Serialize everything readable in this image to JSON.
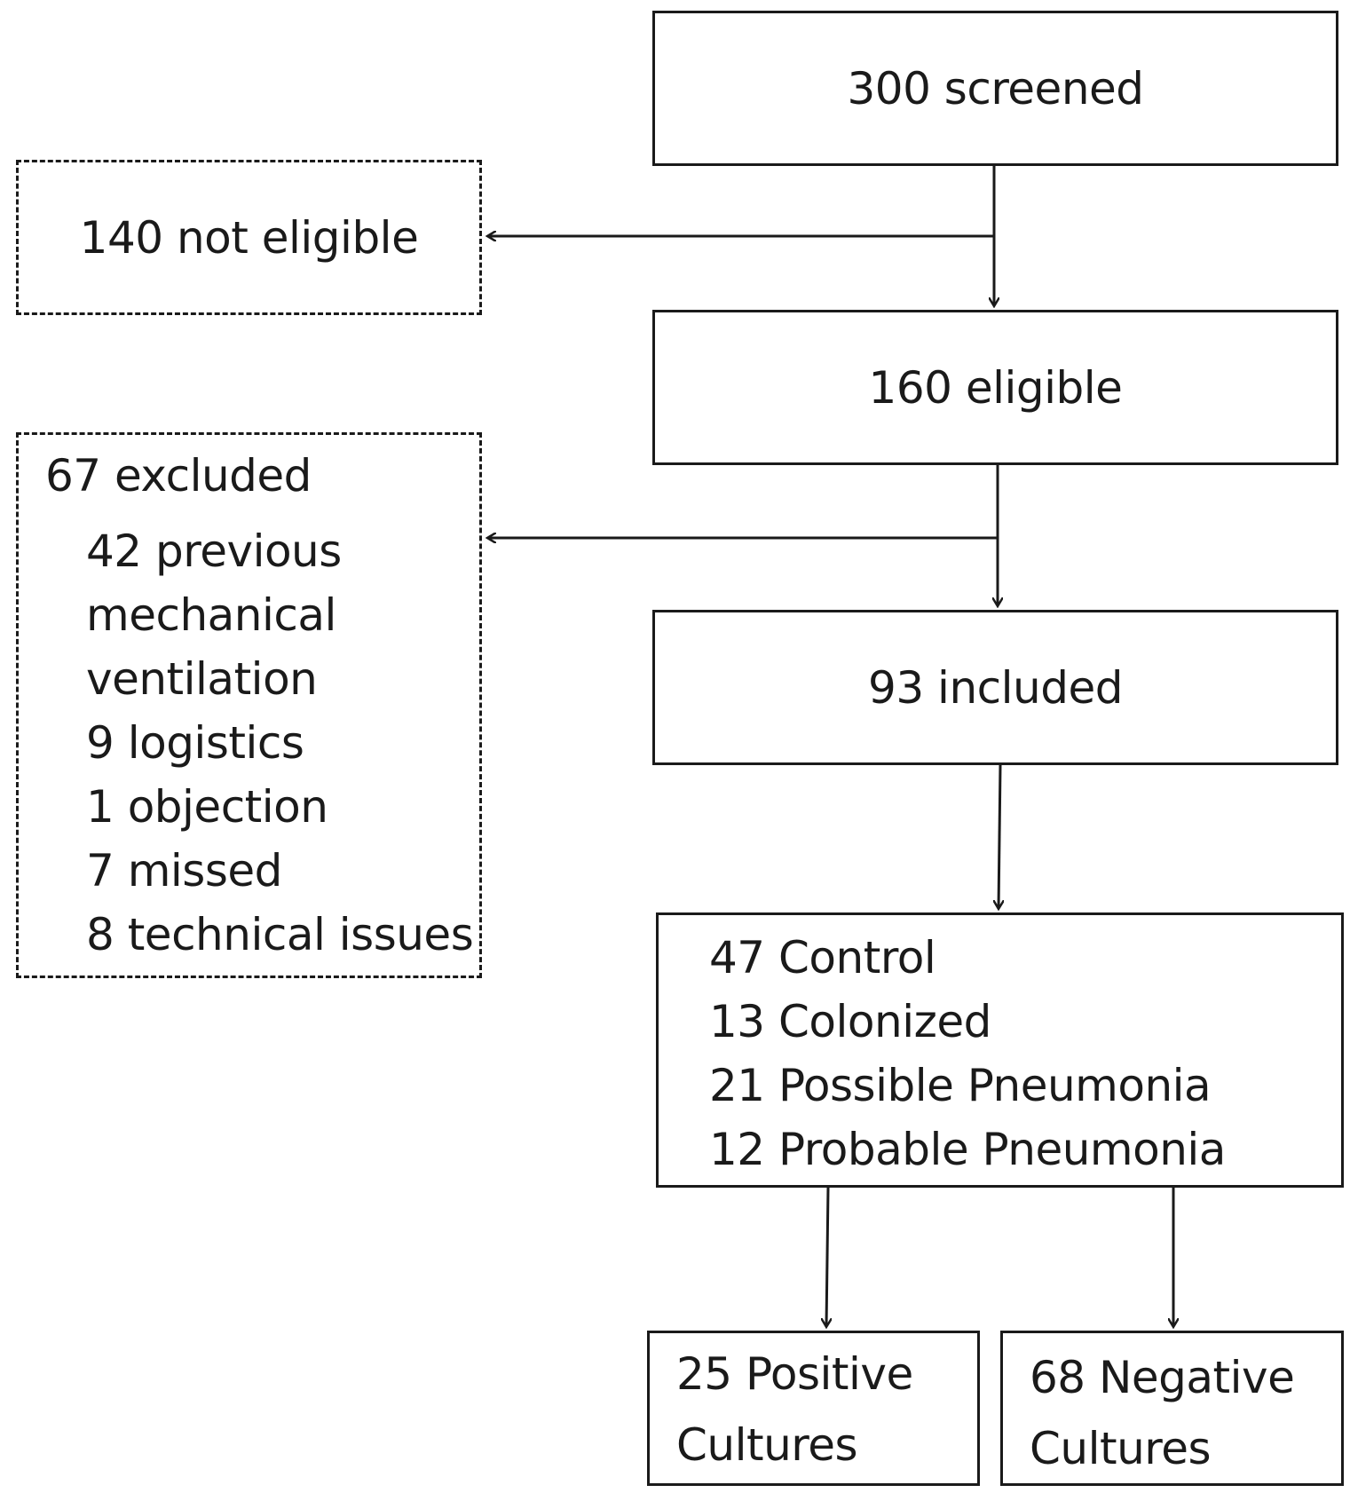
{
  "flow": {
    "screened": "300 screened",
    "not_eligible": "140 not eligible",
    "eligible": "160 eligible",
    "excluded": {
      "title": "67 excluded",
      "reasons": [
        "42 previous",
        "mechanical",
        "ventilation",
        "9 logistics",
        "1 objection",
        "7 missed",
        "8 technical issues"
      ]
    },
    "included": "93 included",
    "groups": [
      "47 Control",
      "13 Colonized",
      "21 Possible Pneumonia",
      "12 Probable Pneumonia"
    ],
    "positive": [
      "25 Positive",
      "Cultures"
    ],
    "negative": [
      "68 Negative",
      "Cultures"
    ]
  }
}
